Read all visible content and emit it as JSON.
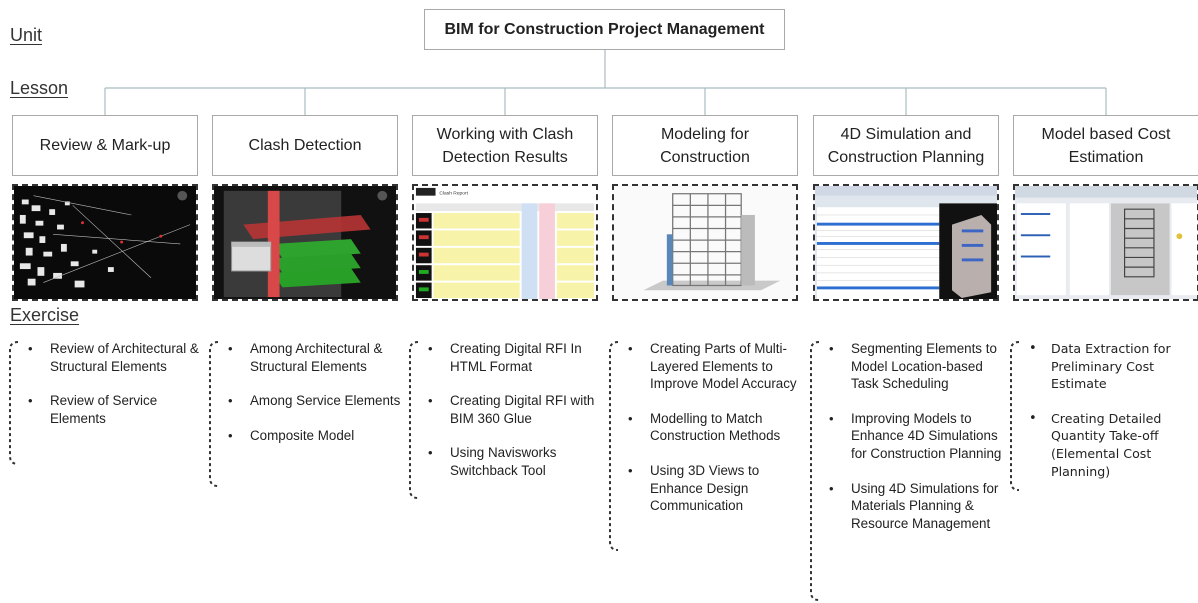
{
  "labels": {
    "unit": "Unit",
    "lesson": "Lesson",
    "exercise": "Exercise"
  },
  "unit_title": "BIM for Construction Project Management",
  "lessons": [
    "Review & Mark-up",
    "Clash Detection",
    "Working with Clash Detection Results",
    "Modeling for Construction",
    "4D Simulation and Construction Planning",
    "Model based Cost Estimation"
  ],
  "thumbnails": [
    {
      "icon": "cityscape-markup-screenshot"
    },
    {
      "icon": "clash-detection-screenshot"
    },
    {
      "icon": "clash-report-table-screenshot"
    },
    {
      "icon": "building-frame-model-screenshot"
    },
    {
      "icon": "4d-simulation-screenshot"
    },
    {
      "icon": "cost-estimation-screenshot"
    }
  ],
  "exercises": [
    [
      "Review of Architectural & Structural Elements",
      "Review of Service Elements"
    ],
    [
      "Among Architectural & Structural Elements",
      "Among Service Elements",
      "Composite Model"
    ],
    [
      "Creating Digital RFI In HTML Format",
      "Creating Digital RFI with BIM 360 Glue",
      "Using Navisworks Switchback Tool"
    ],
    [
      "Creating Parts of Multi-Layered Elements to Improve Model Accuracy",
      "Modelling to Match Construction Methods",
      "Using 3D Views to Enhance Design Communication"
    ],
    [
      "Segmenting Elements to Model Location-based Task Scheduling",
      "Improving Models to Enhance 4D Simulations for Construction Planning",
      "Using 4D Simulations for Materials Planning & Resource Management"
    ],
    [
      "Data Extraction for Preliminary Cost Estimate",
      "Creating Detailed Quantity Take-off (Elemental Cost Planning)"
    ]
  ],
  "thumb_report_title": "Clash Report"
}
